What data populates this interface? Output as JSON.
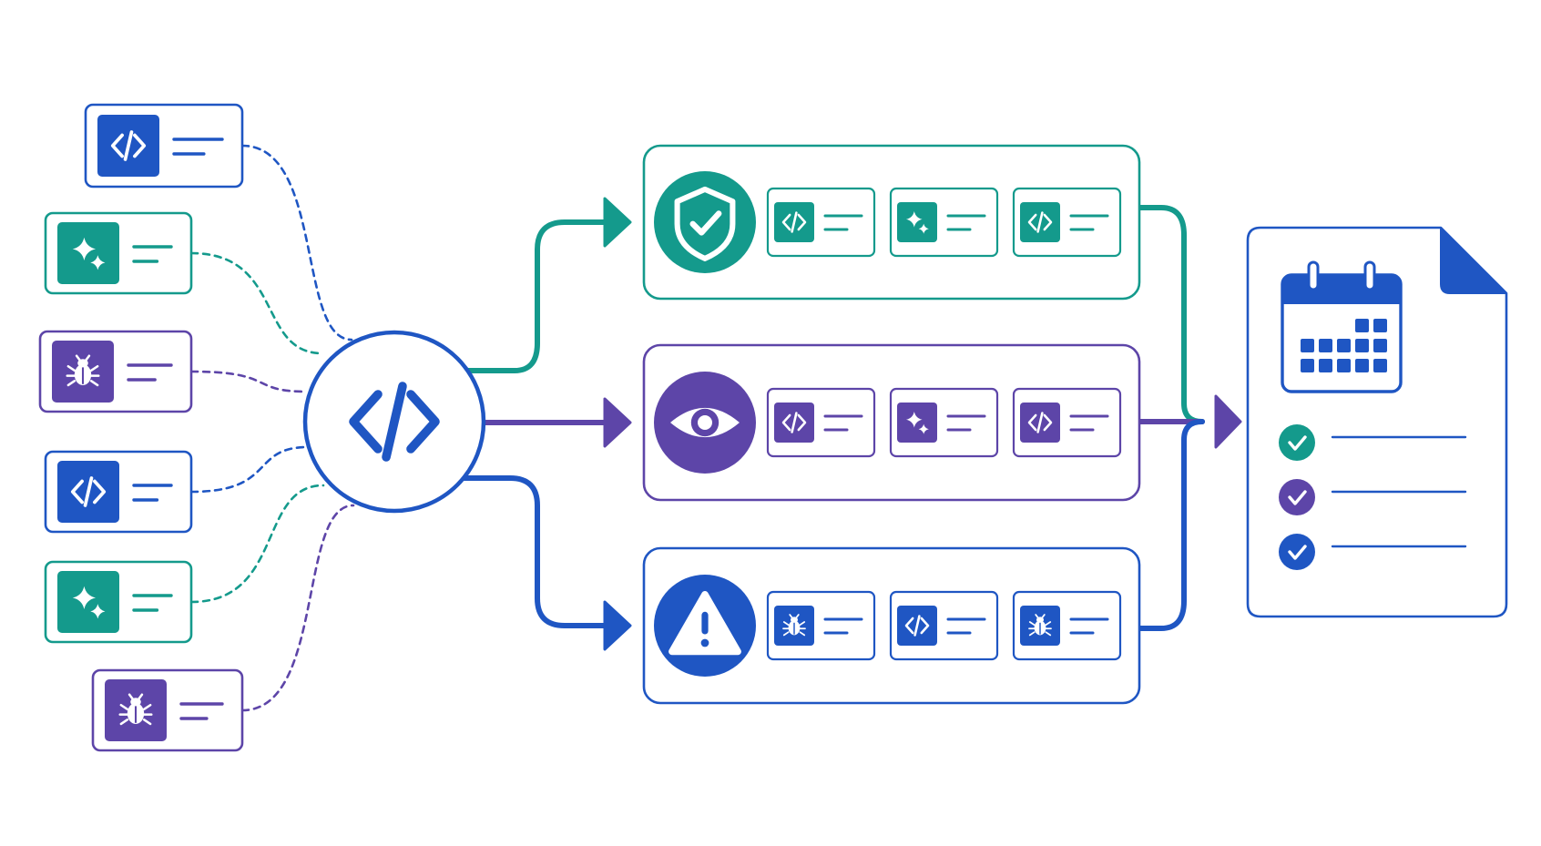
{
  "colors": {
    "blue": "#1f56c3",
    "teal": "#149a8c",
    "purple": "#5d45a8",
    "white": "#ffffff"
  },
  "inputs": [
    {
      "icon": "code-icon",
      "color": "blue"
    },
    {
      "icon": "sparkle-icon",
      "color": "teal"
    },
    {
      "icon": "bug-icon",
      "color": "purple"
    },
    {
      "icon": "code-icon",
      "color": "blue"
    },
    {
      "icon": "sparkle-icon",
      "color": "teal"
    },
    {
      "icon": "bug-icon",
      "color": "purple"
    }
  ],
  "hub": {
    "icon": "code-icon",
    "color": "blue"
  },
  "lanes": [
    {
      "name": "verified",
      "icon": "shield-check-icon",
      "color": "teal",
      "items": [
        "code-icon",
        "sparkle-icon",
        "code-icon"
      ]
    },
    {
      "name": "review",
      "icon": "eye-icon",
      "color": "purple",
      "items": [
        "code-icon",
        "sparkle-icon",
        "code-icon"
      ]
    },
    {
      "name": "warning",
      "icon": "warning-icon",
      "color": "blue",
      "items": [
        "bug-icon",
        "code-icon",
        "bug-icon"
      ]
    }
  ],
  "output": {
    "icon": "calendar-icon",
    "checks": [
      "teal",
      "purple",
      "blue"
    ]
  }
}
